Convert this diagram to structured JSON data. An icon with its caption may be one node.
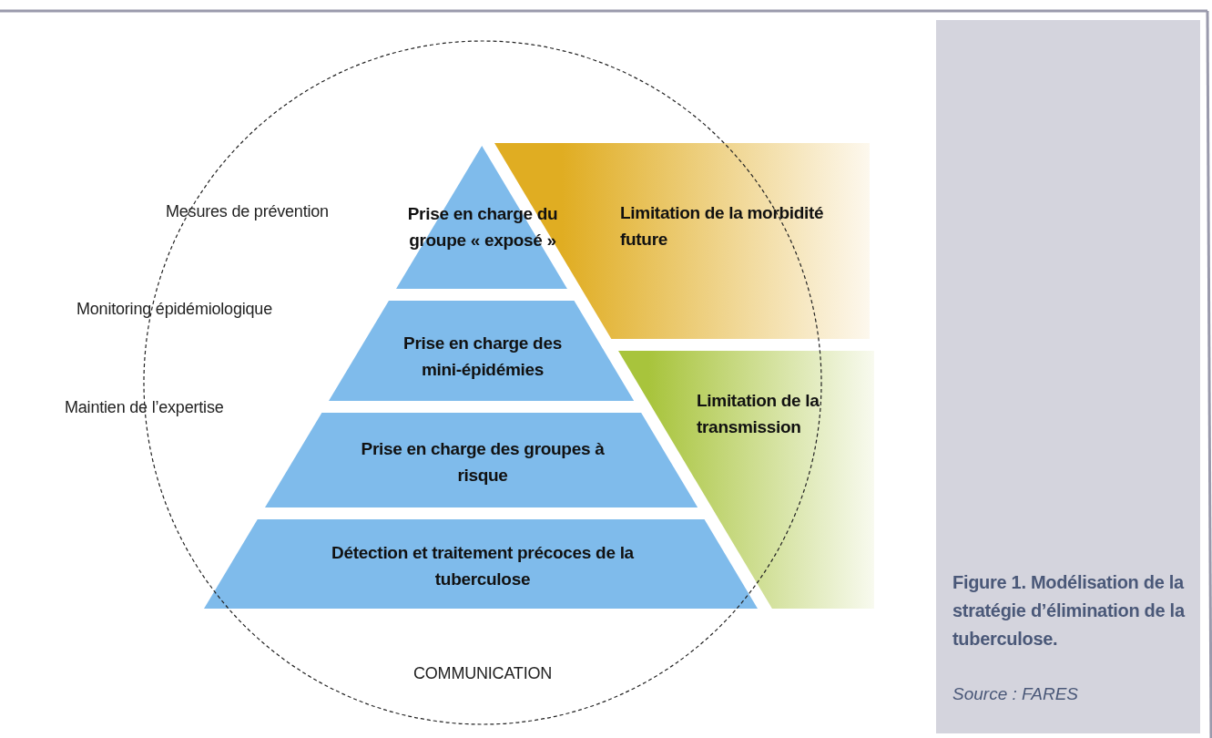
{
  "diagram": {
    "caption": "Figure 1. Modélisation de la stratégie d’élimination de la tuberculose.",
    "nodes": [
      {
        "text": [
          "Prise en charge du groupe « exposé »"
        ]
      },
      {
        "text": [
          "Prise en charge des mini-épidémies"
        ]
      },
      {
        "text": [
          "Prise en charge des groupes à risque"
        ]
      },
      {
        "text": [
          "Détection et traitement précoces de la tuberculose"
        ]
      },
      {
        "text": [
          "Limitation de la morbidité future"
        ]
      },
      {
        "text": [
          "Limitation de la transmission"
        ]
      }
    ],
    "labels": [
      "Mesures de prévention",
      "Monitoring épidémiologique",
      "Maintien de l’expertise",
      "COMMUNICATION",
      "Source : FARES"
    ]
  }
}
